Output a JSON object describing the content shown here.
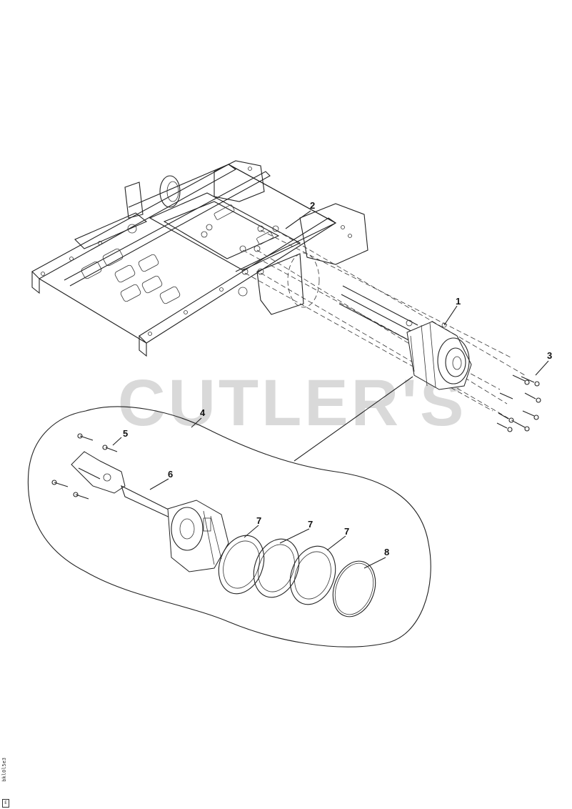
{
  "watermark": "CUTLER'S",
  "callouts": [
    {
      "id": "c1",
      "label": "1"
    },
    {
      "id": "c2",
      "label": "2"
    },
    {
      "id": "c3",
      "label": "3"
    },
    {
      "id": "c4",
      "label": "4"
    },
    {
      "id": "c5",
      "label": "5"
    },
    {
      "id": "c6",
      "label": "6"
    },
    {
      "id": "c7a",
      "label": "7"
    },
    {
      "id": "c7b",
      "label": "7"
    },
    {
      "id": "c7c",
      "label": "7"
    },
    {
      "id": "c8",
      "label": "8"
    }
  ],
  "figure_code": "bkl0l5e3",
  "corner_mark": "E"
}
